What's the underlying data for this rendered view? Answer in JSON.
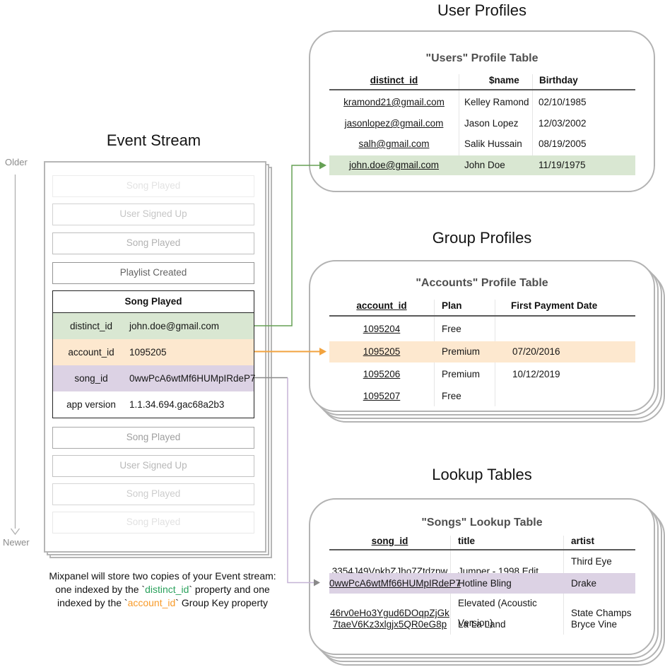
{
  "event_stream": {
    "title": "Event Stream",
    "older": "Older",
    "newer": "Newer",
    "events_top": [
      {
        "label": "Song Played"
      },
      {
        "label": "User Signed Up"
      },
      {
        "label": "Song Played"
      },
      {
        "label": "Playlist Created"
      }
    ],
    "focused": {
      "title": "Song Played",
      "rows": [
        {
          "key": "distinct_id",
          "value": "john.doe@gmail.com"
        },
        {
          "key": "account_id",
          "value": "1095205"
        },
        {
          "key": "song_id",
          "value": "0wwPcA6wtMf6HUMpIRdeP7"
        },
        {
          "key": "app version",
          "value": "1.1.34.694.gac68a2b3"
        }
      ]
    },
    "events_bottom": [
      {
        "label": "Song Played"
      },
      {
        "label": "User Signed Up"
      },
      {
        "label": "Song Played"
      },
      {
        "label": "Song Played"
      }
    ],
    "caption": {
      "line1": "Mixpanel will store two copies of your Event stream:",
      "line2_pre": "one indexed by the `",
      "line2_key": "distinct_id",
      "line2_post": "` property and one",
      "line3_pre": "indexed by the `",
      "line3_key": "account_id",
      "line3_post": "` Group Key property"
    }
  },
  "user_profiles": {
    "section_title": "User Profiles",
    "table_title": "\"Users\" Profile Table",
    "headers": [
      "distinct_id",
      "$name",
      "Birthday"
    ],
    "rows": [
      [
        "kramond21@gmail.com",
        "Kelley Ramond",
        "02/10/1985"
      ],
      [
        "jasonlopez@gmail.com",
        "Jason Lopez",
        "12/03/2002"
      ],
      [
        "salh@gmail.com",
        "Salik Hussain",
        "08/19/2005"
      ],
      [
        "john.doe@gmail.com",
        "John Doe",
        "11/19/1975"
      ]
    ]
  },
  "group_profiles": {
    "section_title": "Group Profiles",
    "table_title": "\"Accounts\" Profile Table",
    "headers": [
      "account_id",
      "Plan",
      "First Payment Date"
    ],
    "rows": [
      [
        "1095204",
        "Free",
        ""
      ],
      [
        "1095205",
        "Premium",
        "07/20/2016"
      ],
      [
        "1095206",
        "Premium",
        "10/12/2019"
      ],
      [
        "1095207",
        "Free",
        ""
      ]
    ]
  },
  "lookup_tables": {
    "section_title": "Lookup Tables",
    "table_title": "\"Songs\" Lookup Table",
    "headers": [
      "song_id",
      "title",
      "artist"
    ],
    "rows": [
      [
        "3354J49VpkbZJho7Ztdzpw",
        "Jumper - 1998 Edit",
        "Third Eye Blind"
      ],
      [
        "0wwPcA6wtMf66HUMpIRdeP7",
        "Hotline Bling",
        "Drake"
      ],
      [
        "46rv0eHo3Ygud6DOqpZjGk",
        "Elevated (Acoustic Version)",
        "State Champs"
      ],
      [
        "7taeV6Kz3xlgjx5QR0eG8p",
        "La La Land",
        "Bryce Vine"
      ]
    ]
  },
  "colors": {
    "highlight_green": "#d9e7d2",
    "highlight_orange": "#fde8cf",
    "highlight_purple": "#dcd2e4",
    "arrow_green": "#66a155",
    "arrow_orange": "#f2a33f",
    "arrow_purple": "#c5b4d6",
    "arrow_gray": "#8a8a8a",
    "caption_green": "#2aa15c",
    "caption_orange": "#f89a28"
  }
}
